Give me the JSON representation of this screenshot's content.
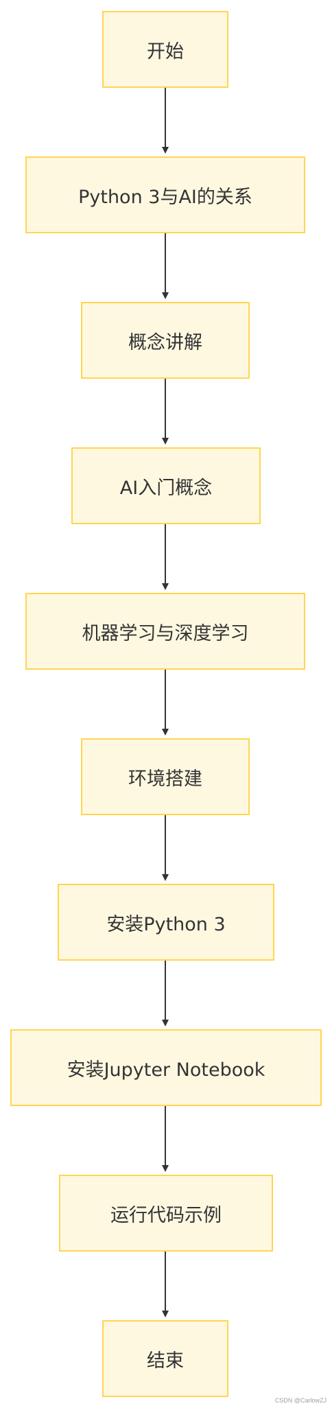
{
  "flow": {
    "nodes": [
      "开始",
      "Python 3与AI的关系",
      "概念讲解",
      "AI入门概念",
      "机器学习与深度学习",
      "环境搭建",
      "安装Python 3",
      "安装Jupyter Notebook",
      "运行代码示例",
      "结束"
    ]
  },
  "colors": {
    "node_fill": "#fff8e1",
    "node_border": "#ffd54f",
    "arrow": "#333333",
    "text": "#333333"
  },
  "watermark": "CSDN @CarlowZJ"
}
